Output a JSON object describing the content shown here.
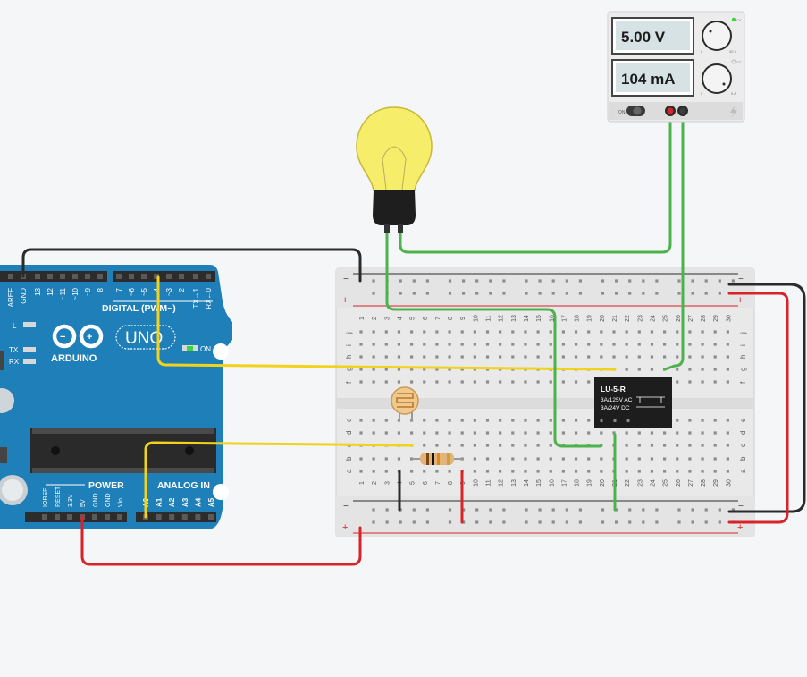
{
  "power_supply": {
    "voltage": "5.00 V",
    "current": "104 mA",
    "on_label": "ON",
    "voltage_knob_min": "0",
    "voltage_knob_max": "30 V",
    "current_knob_min": "0",
    "current_knob_max": "5 A",
    "indicator_v": "CV",
    "indicator_c": "CC"
  },
  "relay": {
    "model": "LU-5-R",
    "rating_ac": "3A/125V AC",
    "rating_dc": "3A/24V DC"
  },
  "arduino": {
    "brand": "ARDUINO",
    "model": "UNO",
    "digital_label": "DIGITAL (PWM~)",
    "power_label": "POWER",
    "analog_label": "ANALOG IN",
    "on_label": "ON",
    "l_label": "L",
    "tx_label": "TX",
    "rx_label": "RX",
    "digital_pins": [
      "AREF",
      "GND",
      "13",
      "12",
      "~11",
      "~10",
      "~9",
      "8",
      "7",
      "~6",
      "~5",
      "4",
      "~3",
      "2",
      "TX→1",
      "RX←0"
    ],
    "power_pins": [
      "IOREF",
      "RESET",
      "3.3V",
      "5V",
      "GND",
      "GND",
      "Vin"
    ],
    "analog_pins": [
      "A0",
      "A1",
      "A2",
      "A3",
      "A4",
      "A5"
    ]
  },
  "breadboard": {
    "columns": [
      "1",
      "2",
      "3",
      "4",
      "5",
      "6",
      "7",
      "8",
      "9",
      "10",
      "11",
      "12",
      "13",
      "14",
      "15",
      "16",
      "17",
      "18",
      "19",
      "20",
      "21",
      "22",
      "23",
      "24",
      "25",
      "26",
      "27",
      "28",
      "29",
      "30"
    ],
    "rows_top": [
      "j",
      "i",
      "h",
      "g",
      "f"
    ],
    "rows_bottom": [
      "e",
      "d",
      "c",
      "b",
      "a"
    ],
    "rail_minus": "−",
    "rail_plus": "+"
  },
  "colors": {
    "wire_black": "#2b2b2b",
    "wire_red": "#d9232a",
    "wire_green": "#4bb34b",
    "wire_yellow": "#f2d21a",
    "arduino_blue": "#1f7fb8",
    "breadboard": "#e9e9e9"
  }
}
